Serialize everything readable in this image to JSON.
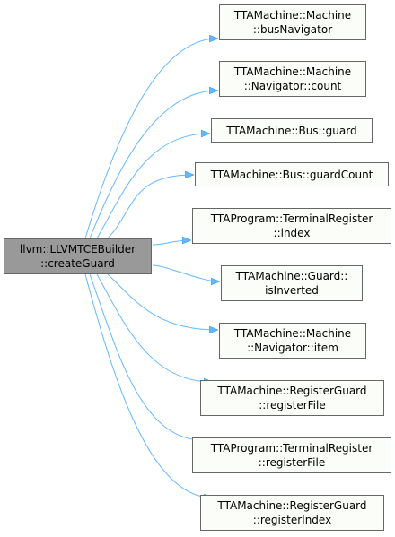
{
  "root": {
    "lines": [
      "llvm::LLVMTCEBuilder",
      "::createGuard"
    ]
  },
  "callees": [
    {
      "lines": [
        "TTAMachine::Machine",
        "::busNavigator"
      ]
    },
    {
      "lines": [
        "TTAMachine::Machine",
        "::Navigator::count"
      ]
    },
    {
      "lines": [
        "TTAMachine::Bus::guard"
      ]
    },
    {
      "lines": [
        "TTAMachine::Bus::guardCount"
      ]
    },
    {
      "lines": [
        "TTAProgram::TerminalRegister",
        "::index"
      ]
    },
    {
      "lines": [
        "TTAMachine::Guard::",
        "isInverted"
      ]
    },
    {
      "lines": [
        "TTAMachine::Machine",
        "::Navigator::item"
      ]
    },
    {
      "lines": [
        "TTAMachine::RegisterGuard",
        "::registerFile"
      ]
    },
    {
      "lines": [
        "TTAProgram::TerminalRegister",
        "::registerFile"
      ]
    },
    {
      "lines": [
        "TTAMachine::RegisterGuard",
        "::registerIndex"
      ]
    }
  ],
  "colors": {
    "edge": "#63b8ff",
    "node_fill": "#fafdf8",
    "root_fill": "#999999",
    "border": "#666666"
  }
}
